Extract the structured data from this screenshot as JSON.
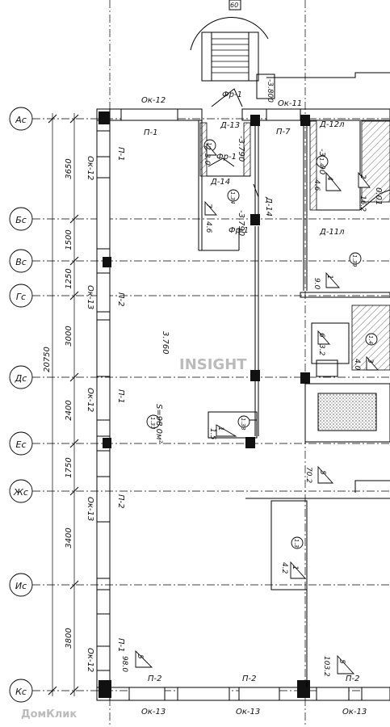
{
  "axes": [
    {
      "label": "Ас"
    },
    {
      "label": "Бс"
    },
    {
      "label": "Вс"
    },
    {
      "label": "Гс"
    },
    {
      "label": "Дс"
    },
    {
      "label": "Ес"
    },
    {
      "label": "Жс"
    },
    {
      "label": "Ис"
    },
    {
      "label": "Кс"
    }
  ],
  "dimensions": {
    "segments": [
      "3650",
      "1500",
      "1250",
      "3000",
      "2400",
      "1750",
      "3400",
      "3800"
    ],
    "total": "20750"
  },
  "windows": {
    "top": [
      "Ок-12",
      "Ок-11"
    ],
    "left": [
      "Ок-12",
      "Ок-13",
      "Ок-12",
      "Ок-13",
      "Ок-12"
    ],
    "bottom": [
      "Ок-13",
      "Ок-13",
      "Ок-13"
    ]
  },
  "partitions": {
    "left": [
      "П-1",
      "П-2",
      "П-1",
      "П-2",
      "П-1"
    ],
    "top": [
      "П-1",
      "П-7"
    ],
    "bottom": [
      "П-2",
      "П-2",
      "П-2"
    ]
  },
  "doors": [
    "Д-13",
    "Д-12л",
    "Д-14",
    "Д-14",
    "Д-11л"
  ],
  "frames": [
    "Фр-1",
    "Фр-1",
    "Фр-1"
  ],
  "levels": [
    "-3.800",
    "-3.790",
    "-3.790",
    "-3.790",
    "3.760",
    "0.01"
  ],
  "rooms": [
    {
      "id": "1.34",
      "num": "7",
      "area": "3.0"
    },
    {
      "id": "1.34",
      "num": "7",
      "area": "4.6"
    },
    {
      "id": "1.4",
      "num": "4",
      "area": "4.6"
    },
    {
      "id": "",
      "num": "2",
      "area": "16.2"
    },
    {
      "id": "1.39",
      "num": "1",
      "area": "9.0"
    },
    {
      "id": "",
      "num": "6",
      "area": "3.2"
    },
    {
      "id": "1.4",
      "num": "3",
      "area": "4.0"
    },
    {
      "id": "1.33",
      "num": "1",
      "area": "1.5"
    },
    {
      "id": "",
      "num": "5",
      "area": "70.2"
    },
    {
      "id": "1.3",
      "num": "1",
      "area": "4.2"
    },
    {
      "id": "",
      "num": "5",
      "area": "98.0"
    },
    {
      "id": "",
      "num": "5",
      "area": "103.2"
    }
  ],
  "main_room": {
    "marker": "1.33",
    "area_label": "S=98.0м²"
  },
  "top_label": "60",
  "watermark": {
    "top": "INSIGHT",
    "bottom": "ДомКлик"
  }
}
